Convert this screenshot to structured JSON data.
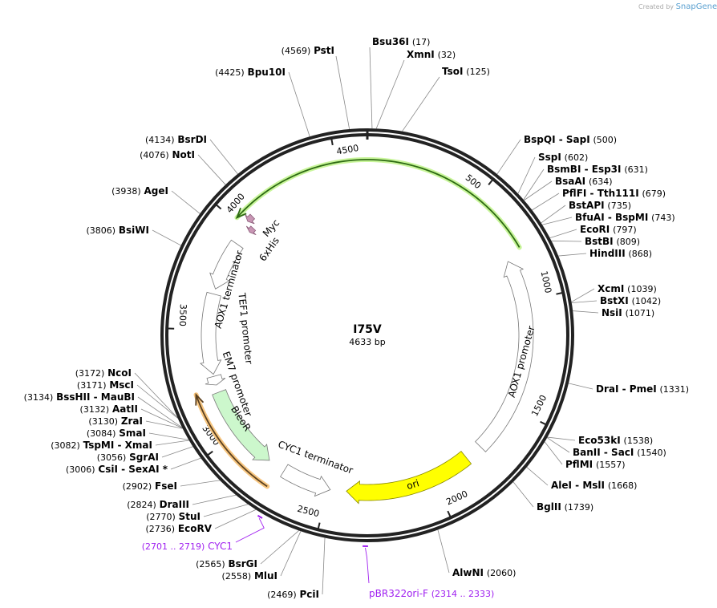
{
  "credit": {
    "prefix": "Created by",
    "brand": "SnapGene"
  },
  "plasmid": {
    "name": "I75V",
    "length_label": "4633 bp",
    "length": 4633
  },
  "ticks": [
    "500",
    "1000",
    "1500",
    "2000",
    "2500",
    "3000",
    "3500",
    "4000",
    "4500"
  ],
  "colors": {
    "ring": "#222222",
    "gene": "#2e6b14",
    "gene_glow": "#c8f59a",
    "orange": "#5a4020",
    "orange_glow": "#f7c680",
    "ori": "#ffff00",
    "bleoR": "#ccf7cc",
    "tag": "#c896b4",
    "primer": "#a020f0"
  },
  "enzymes": [
    {
      "name": "PstI",
      "pos": "(4569)",
      "bp": 4569
    },
    {
      "name": "Bsu36I",
      "pos": "(17)",
      "bp": 17
    },
    {
      "name": "XmnI",
      "pos": "(32)",
      "bp": 32
    },
    {
      "name": "TsoI",
      "pos": "(125)",
      "bp": 125
    },
    {
      "name": "Bpu10I",
      "pos": "(4425)",
      "bp": 4425
    },
    {
      "name": "BsrDI",
      "pos": "(4134)",
      "bp": 4134
    },
    {
      "name": "NotI",
      "pos": "(4076)",
      "bp": 4076
    },
    {
      "name": "AgeI",
      "pos": "(3938)",
      "bp": 3938
    },
    {
      "name": "BsiWI",
      "pos": "(3806)",
      "bp": 3806
    },
    {
      "name": "BspQI  - SapI",
      "pos": "(500)",
      "bp": 500
    },
    {
      "name": "SspI",
      "pos": "(602)",
      "bp": 602
    },
    {
      "name": "BsmBI  - Esp3I",
      "pos": "(631)",
      "bp": 631
    },
    {
      "name": "BsaAI",
      "pos": "(634)",
      "bp": 634
    },
    {
      "name": "PflFI  - Tth111I",
      "pos": "(679)",
      "bp": 679
    },
    {
      "name": "BstAPI",
      "pos": "(735)",
      "bp": 735
    },
    {
      "name": "BfuAI  - BspMI",
      "pos": "(743)",
      "bp": 743
    },
    {
      "name": "EcoRI",
      "pos": "(797)",
      "bp": 797
    },
    {
      "name": "BstBI",
      "pos": "(809)",
      "bp": 809
    },
    {
      "name": "HindIII",
      "pos": "(868)",
      "bp": 868
    },
    {
      "name": "XcmI",
      "pos": "(1039)",
      "bp": 1039
    },
    {
      "name": "BstXI",
      "pos": "(1042)",
      "bp": 1042
    },
    {
      "name": "NsiI",
      "pos": "(1071)",
      "bp": 1071
    },
    {
      "name": "DraI  - PmeI",
      "pos": "(1331)",
      "bp": 1331
    },
    {
      "name": "Eco53kI",
      "pos": "(1538)",
      "bp": 1538
    },
    {
      "name": "BanII  - SacI",
      "pos": "(1540)",
      "bp": 1540
    },
    {
      "name": "PflMI",
      "pos": "(1557)",
      "bp": 1557
    },
    {
      "name": "AleI  - MslI",
      "pos": "(1668)",
      "bp": 1668
    },
    {
      "name": "BglII",
      "pos": "(1739)",
      "bp": 1739
    },
    {
      "name": "AlwNI",
      "pos": "(2060)",
      "bp": 2060
    },
    {
      "name": "PciI",
      "pos": "(2469)",
      "bp": 2469
    },
    {
      "name": "MluI",
      "pos": "(2558)",
      "bp": 2558
    },
    {
      "name": "BsrGI",
      "pos": "(2565)",
      "bp": 2565
    },
    {
      "name": "EcoRV",
      "pos": "(2736)",
      "bp": 2736
    },
    {
      "name": "StuI",
      "pos": "(2770)",
      "bp": 2770
    },
    {
      "name": "DraIII",
      "pos": "(2824)",
      "bp": 2824
    },
    {
      "name": "FseI",
      "pos": "(2902)",
      "bp": 2902
    },
    {
      "name": "CsiI  - SexAI *",
      "pos": "(3006)",
      "bp": 3006
    },
    {
      "name": "SgrAI",
      "pos": "(3056)",
      "bp": 3056
    },
    {
      "name": "TspMI  - XmaI",
      "pos": "(3082)",
      "bp": 3082
    },
    {
      "name": "SmaI",
      "pos": "(3084)",
      "bp": 3084
    },
    {
      "name": "ZraI",
      "pos": "(3130)",
      "bp": 3130
    },
    {
      "name": "AatII",
      "pos": "(3132)",
      "bp": 3132
    },
    {
      "name": "BssHII  - MauBI",
      "pos": "(3134)",
      "bp": 3134
    },
    {
      "name": "MscI",
      "pos": "(3171)",
      "bp": 3171
    },
    {
      "name": "NcoI",
      "pos": "(3172)",
      "bp": 3172
    }
  ],
  "primers": [
    {
      "name": "pBR322ori-F",
      "range": "(2314 .. 2333)",
      "start": 2314,
      "end": 2333
    },
    {
      "name": "CYC1",
      "range": "(2701 .. 2719)",
      "start": 2701,
      "end": 2719
    }
  ],
  "features": [
    {
      "label": "",
      "start": 4016,
      "end": 772,
      "direction": "reverse",
      "style": "gene"
    },
    {
      "label": "",
      "start": 2748,
      "end": 3228,
      "direction": "forward",
      "style": "orange"
    },
    {
      "label": "ori",
      "start": 1815,
      "end": 2415,
      "direction": "forward",
      "style": "ori"
    },
    {
      "label": "AOX1 promoter",
      "start": 802,
      "end": 1732,
      "direction": "reverse",
      "style": "white"
    },
    {
      "label": "CYC1 terminator",
      "start": 2490,
      "end": 2723,
      "direction": "reverse",
      "style": "white"
    },
    {
      "label": "BleoR",
      "start": 2806,
      "end": 3205,
      "direction": "reverse",
      "style": "bleoR"
    },
    {
      "label": "EM7 promoter",
      "start": 3240,
      "end": 3282,
      "direction": "reverse",
      "style": "white"
    },
    {
      "label": "TEF1 promoter",
      "start": 3292,
      "end": 3668,
      "direction": "reverse",
      "style": "white"
    },
    {
      "label": "AOX1 terminator",
      "start": 3693,
      "end": 3925,
      "direction": "reverse",
      "style": "white"
    },
    {
      "label": "6xHis",
      "start": 4005,
      "end": 4030,
      "direction": "reverse",
      "style": "tag"
    },
    {
      "label": "Myc",
      "start": 4036,
      "end": 4066,
      "direction": "reverse",
      "style": "tag"
    }
  ]
}
